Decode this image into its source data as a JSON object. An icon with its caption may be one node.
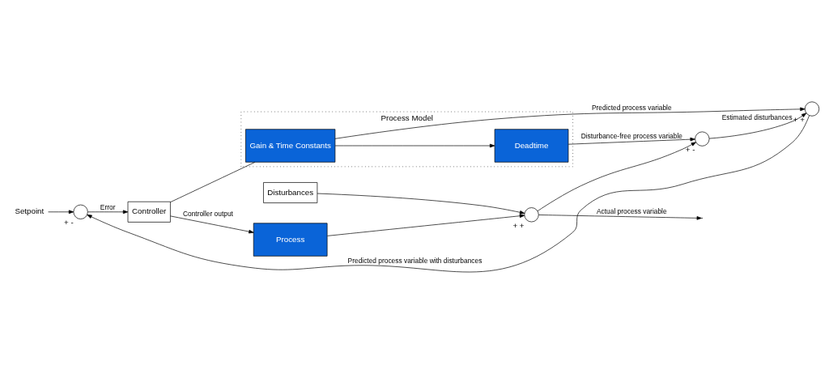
{
  "diagram": {
    "nodes": [
      {
        "text": [
          "Setpoint"
        ]
      },
      {
        "text": [],
        "shape": "circle",
        "beside": [
          "+",
          "-"
        ]
      },
      {
        "text": [
          "Controller"
        ]
      },
      {
        "text": [
          "Disturbances"
        ]
      },
      {
        "text": [
          "Process"
        ]
      },
      {
        "text": [],
        "shape": "circle",
        "beside": [
          "+",
          "+"
        ]
      },
      {
        "text": [
          "Process Model"
        ]
      },
      {
        "text": [
          "Gain & Time Constants"
        ],
        "in": 6
      },
      {
        "text": [
          "Deadtime"
        ],
        "in": 6
      },
      {
        "text": [],
        "shape": "circle",
        "beside": [
          "+",
          "-"
        ]
      },
      {
        "text": [],
        "shape": "circle",
        "beside": [
          "+",
          "+"
        ]
      }
    ],
    "edges": [
      {
        "from": 0,
        "to": 1,
        "arrow": "to"
      },
      {
        "from": 1,
        "to": 2,
        "arrow": "to",
        "label": "Error"
      },
      {
        "from": 2,
        "to": 4,
        "arrow": "to",
        "label": "Controller output"
      },
      {
        "from": 2,
        "to": 7,
        "arrow": "none"
      },
      {
        "from": 3,
        "to": 5,
        "arrow": "to"
      },
      {
        "from": 4,
        "to": 5,
        "arrow": "to"
      },
      {
        "from": 5,
        "to": null,
        "arrow": "to",
        "label": "Actual process variable"
      },
      {
        "from": 5,
        "to": 9,
        "arrow": "to"
      },
      {
        "from": 7,
        "to": 8,
        "arrow": "to"
      },
      {
        "from": 8,
        "to": 9,
        "arrow": "to",
        "label": "Disturbance-free process variable"
      },
      {
        "from": 9,
        "to": 10,
        "arrow": "to",
        "label": "Estimated disturbances"
      },
      {
        "from": 7,
        "to": 10,
        "arrow": "to",
        "label": "Predicted process variable"
      },
      {
        "from": 10,
        "to": 1,
        "arrow": "to",
        "label": "Predicted process variable with disturbances"
      }
    ]
  }
}
